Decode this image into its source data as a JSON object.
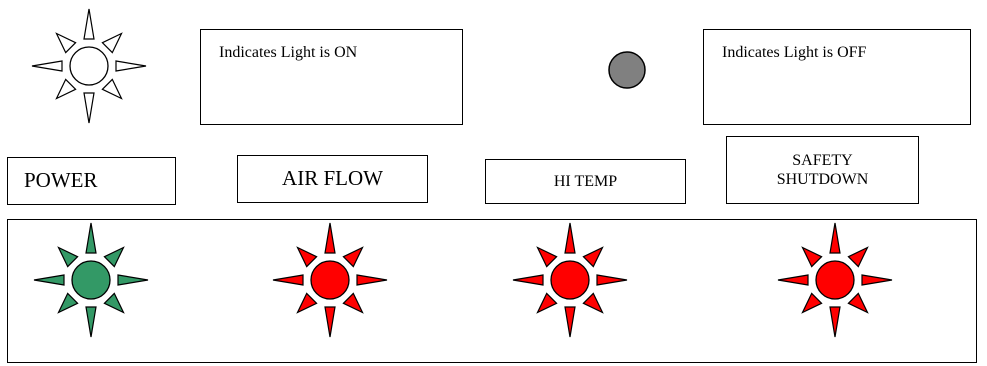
{
  "legend": {
    "on_text": "Indicates Light is ON",
    "off_text": "Indicates Light is OFF",
    "on_icon": "light-on-icon",
    "off_icon": "light-off-icon",
    "off_color": "#808080"
  },
  "indicators": [
    {
      "label": "POWER",
      "state": "on",
      "color": "#339966",
      "icon": "sun-icon"
    },
    {
      "label": "AIR FLOW",
      "state": "on",
      "color": "#ff0000",
      "icon": "sun-icon"
    },
    {
      "label": "HI TEMP",
      "state": "on",
      "color": "#ff0000",
      "icon": "sun-icon"
    },
    {
      "label": "SAFETY SHUTDOWN",
      "state": "on",
      "color": "#ff0000",
      "icon": "sun-icon"
    }
  ]
}
